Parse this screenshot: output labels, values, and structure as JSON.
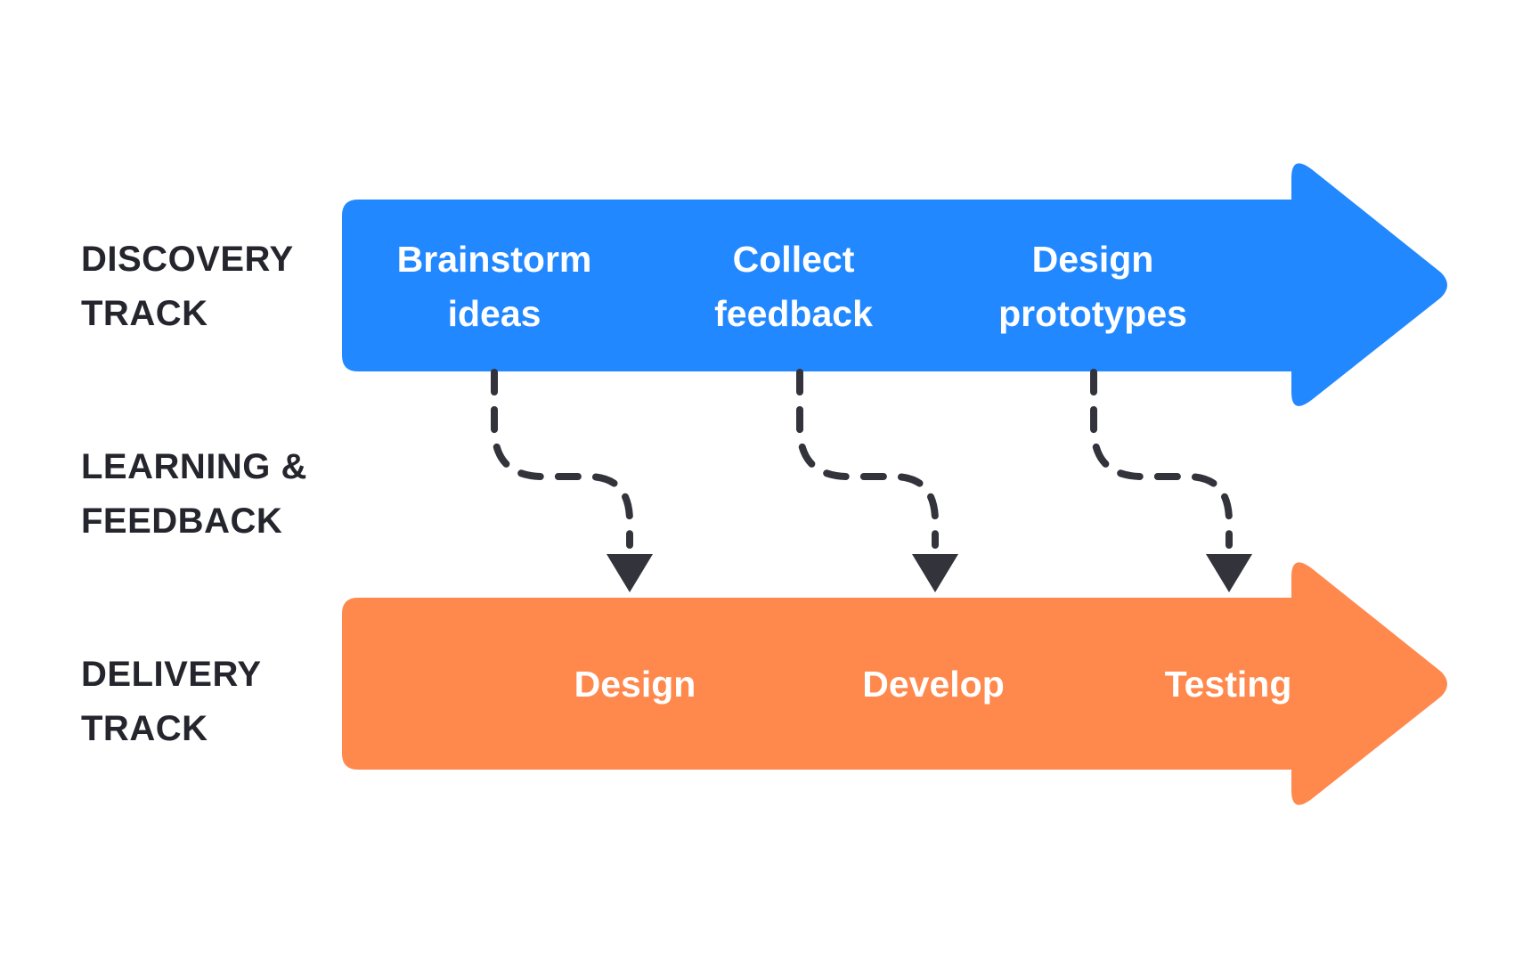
{
  "colors": {
    "discovery": "#2288ff",
    "delivery": "#ff884d",
    "connector": "#32333b",
    "label_text": "#25252d",
    "step_text": "#ffffff"
  },
  "rows": {
    "discovery": {
      "line1": "DISCOVERY",
      "line2": "TRACK"
    },
    "learning": {
      "line1": "LEARNING &",
      "line2": "FEEDBACK"
    },
    "delivery": {
      "line1": "DELIVERY",
      "line2": "TRACK"
    }
  },
  "discovery_steps": [
    {
      "line1": "Brainstorm",
      "line2": "ideas"
    },
    {
      "line1": "Collect",
      "line2": "feedback"
    },
    {
      "line1": "Design",
      "line2": "prototypes"
    }
  ],
  "delivery_steps": [
    {
      "label": "Design"
    },
    {
      "label": "Develop"
    },
    {
      "label": "Testing"
    }
  ],
  "connectors": [
    {
      "from": "Brainstorm ideas",
      "to": "Design"
    },
    {
      "from": "Collect feedback",
      "to": "Develop"
    },
    {
      "from": "Design prototypes",
      "to": "Testing"
    }
  ]
}
